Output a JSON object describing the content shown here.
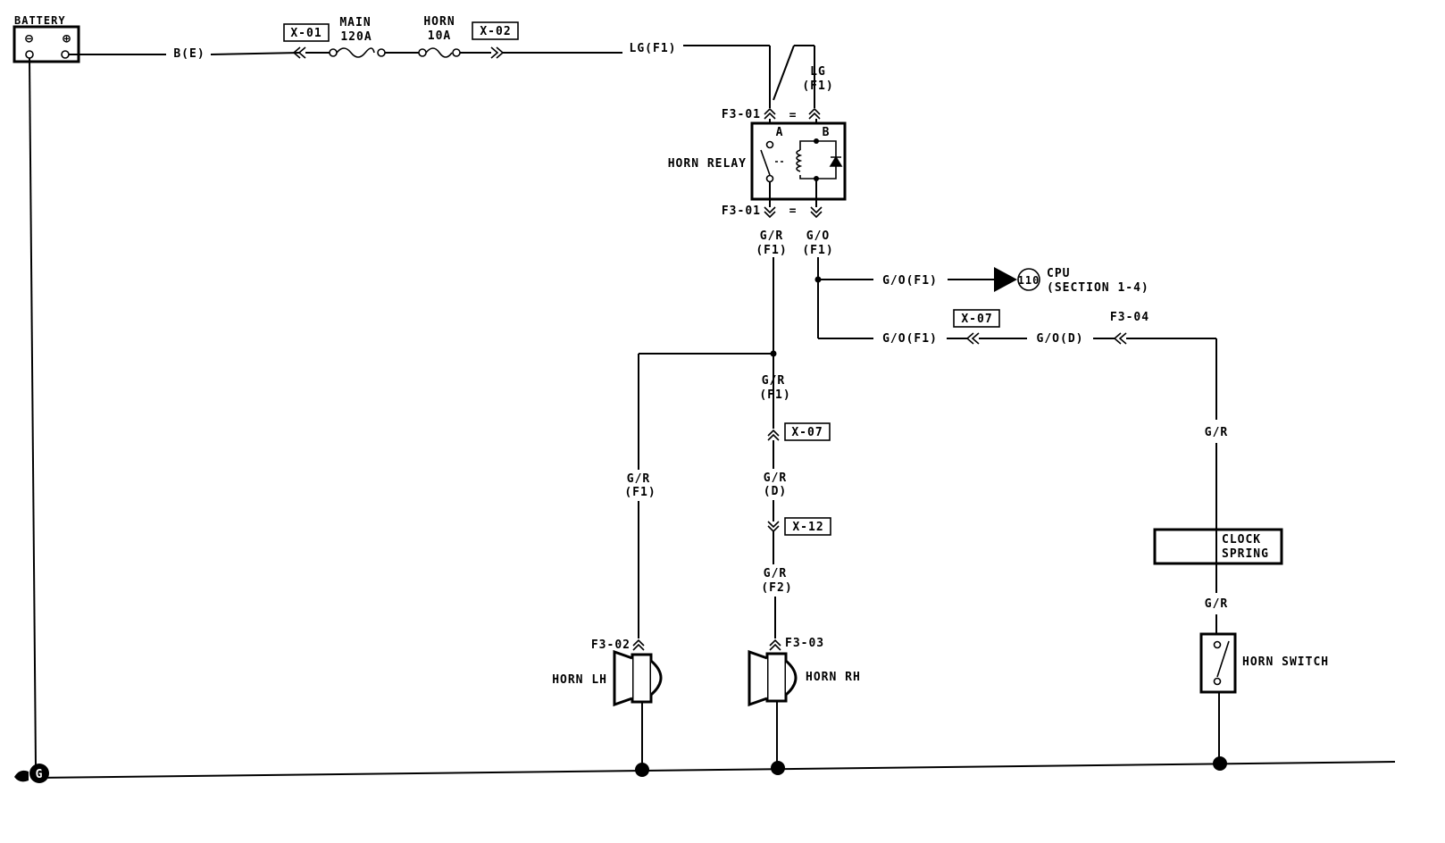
{
  "battery": {
    "label": "BATTERY",
    "minus": "⊖",
    "plus": "⊕"
  },
  "wires": {
    "b_e": "B(E)",
    "lg_f1": "LG(F1)",
    "lg": "LG",
    "f1": "(F1)",
    "gr": "G/R",
    "go": "G/O",
    "d": "(D)",
    "f2": "(F2)",
    "go_f1": "G/O(F1)",
    "go_d": "G/O(D)"
  },
  "fuses": {
    "main": "MAIN",
    "main_rating": "120A",
    "horn": "HORN",
    "horn_rating": "10A"
  },
  "connectors": {
    "x01": "X-01",
    "x02": "X-02",
    "x07": "X-07",
    "x12": "X-12",
    "f3_01": "F3-01",
    "f3_02": "F3-02",
    "f3_03": "F3-03",
    "f3_04": "F3-04"
  },
  "relay": {
    "label": "HORN RELAY",
    "pin_a": "A",
    "pin_b": "B"
  },
  "cpu": {
    "number": "110",
    "label": "CPU",
    "section": "(SECTION 1-4)"
  },
  "components": {
    "horn_lh": "HORN LH",
    "horn_rh": "HORN RH",
    "clock_spring_1": "CLOCK",
    "clock_spring_2": "SPRING",
    "horn_switch": "HORN SWITCH",
    "ground": "G"
  },
  "equals": "="
}
